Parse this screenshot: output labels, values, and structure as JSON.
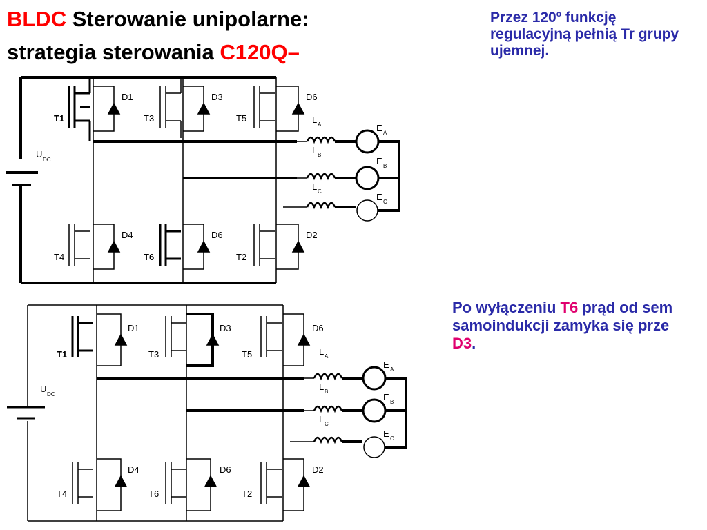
{
  "title": {
    "part1": "BLDC",
    "part2": "Sterowanie unipolarne:",
    "part3": "strategia sterowania",
    "part4": "C120Q–"
  },
  "note1": {
    "pre": "Przez 120",
    "sup": "o",
    "post": "funkcję regulacyjną pełnią Tr grupy ujemnej."
  },
  "note2": {
    "pre": "Po wyłączeniu",
    "t6": "T6",
    "mid": "prąd od sem samoindukcji zamyka się prze",
    "d3": "D3",
    "end": "."
  },
  "circuit_labels": {
    "udc": "U",
    "udc_sub": "DC",
    "T1": "T1",
    "T3": "T3",
    "T5": "T5",
    "T4": "T4",
    "T6": "T6",
    "T2": "T2",
    "D1": "D1",
    "D3": "D3",
    "D6": "D6",
    "D4": "D4",
    "D6b": "D6",
    "D2": "D2",
    "D6top2": "D6",
    "L": "L",
    "A": "A",
    "B": "B",
    "C": "C",
    "E": "E"
  }
}
